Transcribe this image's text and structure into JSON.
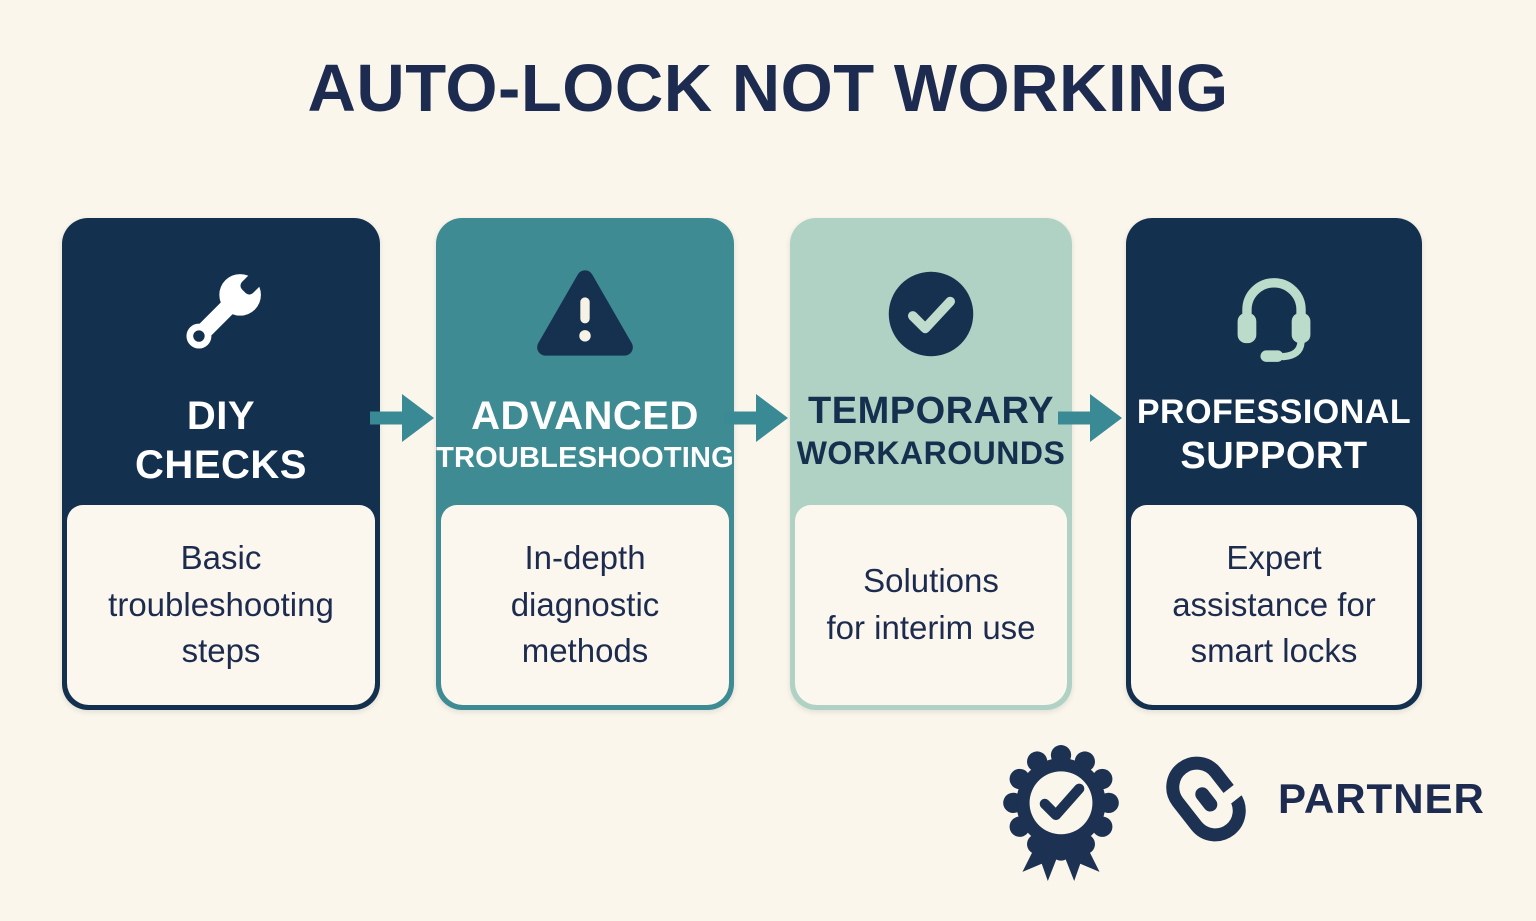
{
  "title": "AUTO-LOCK NOT WORKING",
  "colors": {
    "background": "#FBF6EB",
    "navy": "#14304F",
    "teal": "#3E8B93",
    "mint": "#AFD2C5",
    "card_body": "#FBF7EF",
    "arrow": "#3A8A96",
    "text_navy": "#1D2C4E",
    "icon_mint": "#BCDCCB",
    "icon_white": "#FFFFFF"
  },
  "cards": [
    {
      "id": "diy-checks",
      "icon": "wrench-icon",
      "title_lines": [
        "DIY",
        "CHECKS"
      ],
      "desc_lines": [
        "Basic",
        "troubleshooting",
        "steps"
      ]
    },
    {
      "id": "advanced-troubleshooting",
      "icon": "warning-triangle-icon",
      "title_lines": [
        "ADVANCED",
        "TROUBLESHOOTING"
      ],
      "desc_lines": [
        "In-depth",
        "diagnostic",
        "methods"
      ]
    },
    {
      "id": "temporary-workarounds",
      "icon": "check-circle-icon",
      "title_lines": [
        "TEMPORARY",
        "WORKAROUNDS"
      ],
      "desc_lines": [
        "Solutions",
        "for interim use"
      ]
    },
    {
      "id": "professional-support",
      "icon": "headset-icon",
      "title_lines": [
        "PROFESSIONAL",
        "SUPPORT"
      ],
      "desc_lines": [
        "Expert",
        "assistance for",
        "smart locks"
      ]
    }
  ],
  "footer": {
    "badge_icon": "award-ribbon-badge-icon",
    "link_icon": "chain-link-icon",
    "partner_label": "PARTNER"
  }
}
